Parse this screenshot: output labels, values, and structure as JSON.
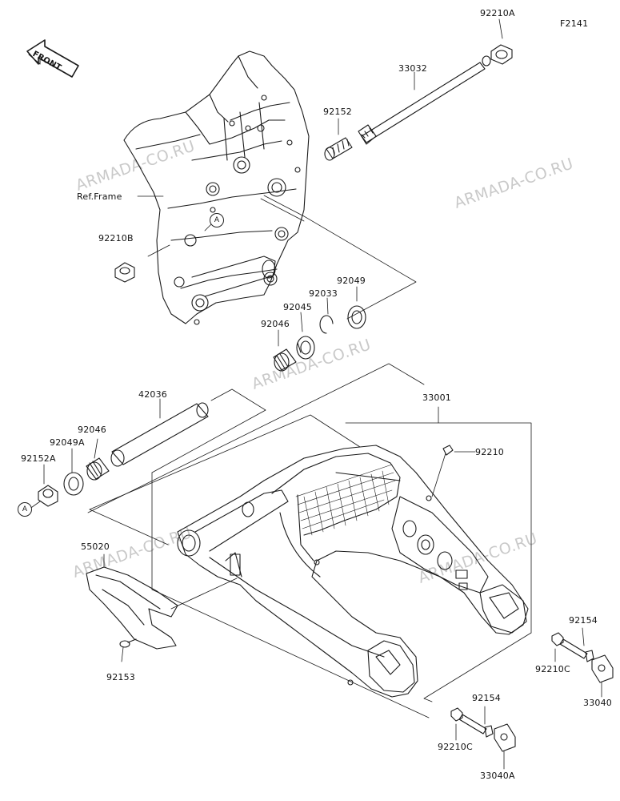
{
  "figure_code": "F2141",
  "front_arrow_label": "FRONT",
  "ref_frame_label": "Ref.Frame",
  "reference_marker": "A",
  "watermark_text": "ARMADA-CO.RU",
  "parts": {
    "p92210A": "92210A",
    "p33032": "33032",
    "p92152": "92152",
    "p92210B": "92210B",
    "p92049": "92049",
    "p92033": "92033",
    "p92045": "92045",
    "p92046_top": "92046",
    "p33001": "33001",
    "p42036": "42036",
    "p92046_left": "92046",
    "p92049A": "92049A",
    "p92152A": "92152A",
    "p92210": "92210",
    "p55020": "55020",
    "p92153": "92153",
    "p92154_right": "92154",
    "p92210C_right": "92210C",
    "p33040": "33040",
    "p92154_bottom": "92154",
    "p92210C_bottom": "92210C",
    "p33040A": "33040A"
  },
  "colors": {
    "line": "#1a1a1a",
    "watermark": "#c9c9c9",
    "background": "#ffffff"
  }
}
